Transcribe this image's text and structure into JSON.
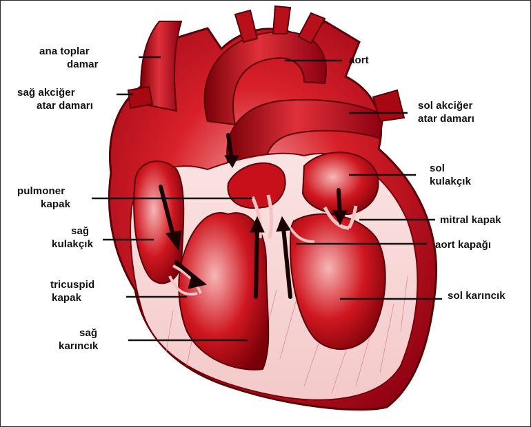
{
  "labels": {
    "ana_toplar_damar": [
      "ana toplar",
      "damar"
    ],
    "sag_akciger_atar_damari": [
      "sağ akciğer",
      "atar damarı"
    ],
    "pulmoner_kapak": [
      "pulmoner",
      "kapak"
    ],
    "sag_kulakcik": [
      "sağ",
      "kulakçık"
    ],
    "tricuspid_kapak": [
      "tricuspid",
      "kapak"
    ],
    "sag_karincik": [
      "sağ",
      "karıncık"
    ],
    "aort": [
      "aort"
    ],
    "sol_akciger_atar_damari": [
      "sol akciğer",
      "atar damarı"
    ],
    "sol_kulakcik": [
      "sol",
      "kulakçık"
    ],
    "mitral_kapak": [
      "mitral kapak"
    ],
    "aort_kapagi": [
      "aort kapağı"
    ],
    "sol_karincik": [
      "sol karıncık"
    ]
  },
  "colors": {
    "background": "#ffffff",
    "heart_red": "#c8101a",
    "dark_red": "#6a0008",
    "light_red": "#f2a0a0",
    "label_text": "#111111",
    "leader_line": "#111111"
  }
}
